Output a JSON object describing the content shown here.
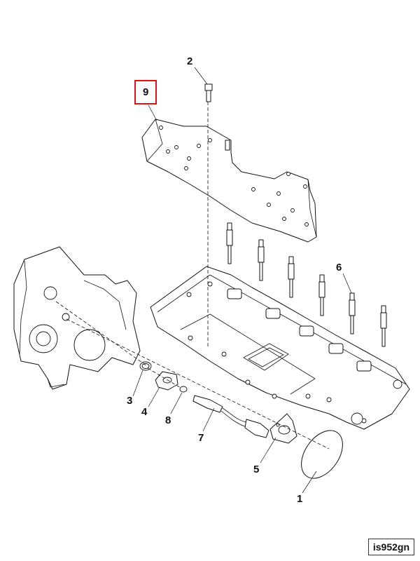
{
  "callouts": {
    "c1": "1",
    "c2": "2",
    "c3": "3",
    "c4": "4",
    "c5": "5",
    "c6": "6",
    "c7": "7",
    "c8": "8",
    "c9": "9"
  },
  "highlighted_callout": "9",
  "highlight_color": "#e0101a",
  "figure_id": "is952gn"
}
